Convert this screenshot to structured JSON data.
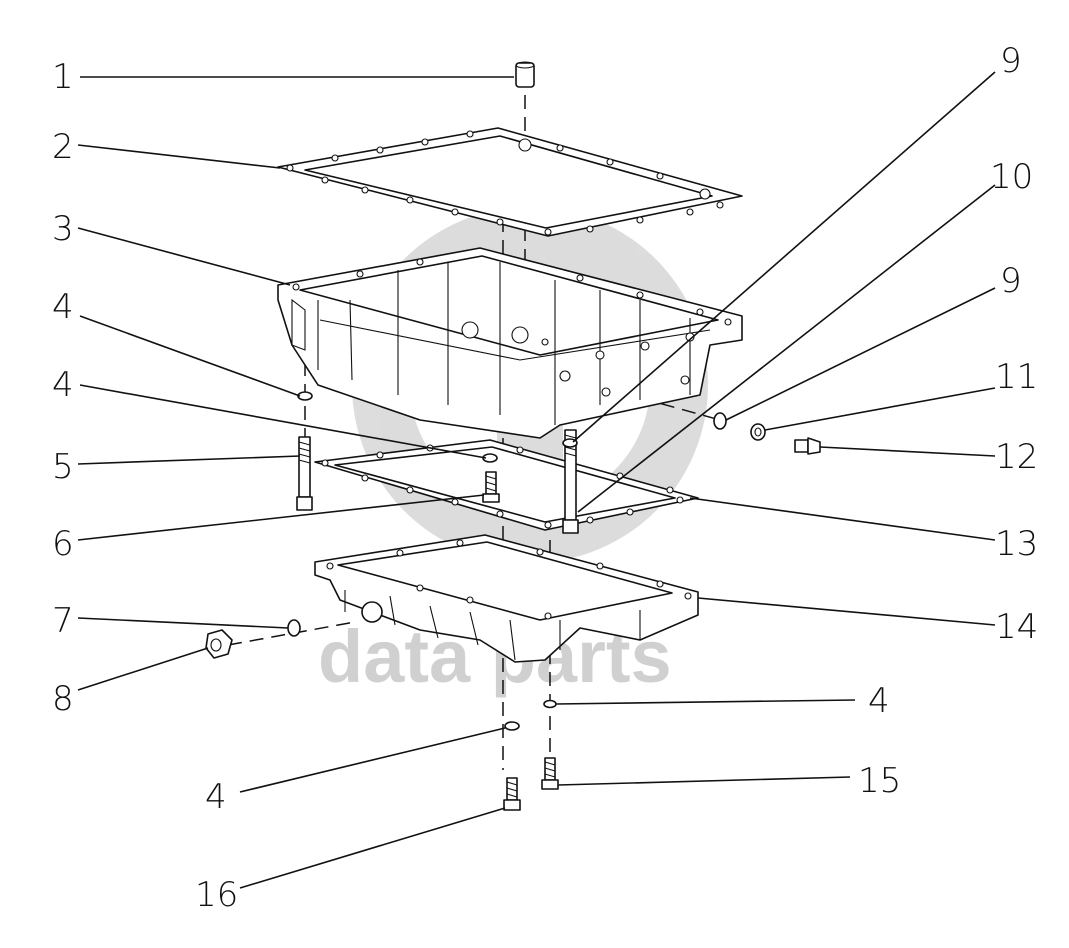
{
  "diagram": {
    "watermark": {
      "brand_text": "data parts",
      "logo_icon": "data-parts-logo-icon"
    },
    "callouts": [
      {
        "id": "c1",
        "label": "1"
      },
      {
        "id": "c2",
        "label": "2"
      },
      {
        "id": "c3",
        "label": "3"
      },
      {
        "id": "c4a",
        "label": "4"
      },
      {
        "id": "c4b",
        "label": "4"
      },
      {
        "id": "c5",
        "label": "5"
      },
      {
        "id": "c6",
        "label": "6"
      },
      {
        "id": "c7",
        "label": "7"
      },
      {
        "id": "c8",
        "label": "8"
      },
      {
        "id": "c9a",
        "label": "9"
      },
      {
        "id": "c10",
        "label": "10"
      },
      {
        "id": "c9b",
        "label": "9"
      },
      {
        "id": "c11",
        "label": "11"
      },
      {
        "id": "c12",
        "label": "12"
      },
      {
        "id": "c13",
        "label": "13"
      },
      {
        "id": "c14",
        "label": "14"
      },
      {
        "id": "c4c",
        "label": "4"
      },
      {
        "id": "c15",
        "label": "15"
      },
      {
        "id": "c4d",
        "label": "4"
      },
      {
        "id": "c16",
        "label": "16"
      }
    ]
  }
}
